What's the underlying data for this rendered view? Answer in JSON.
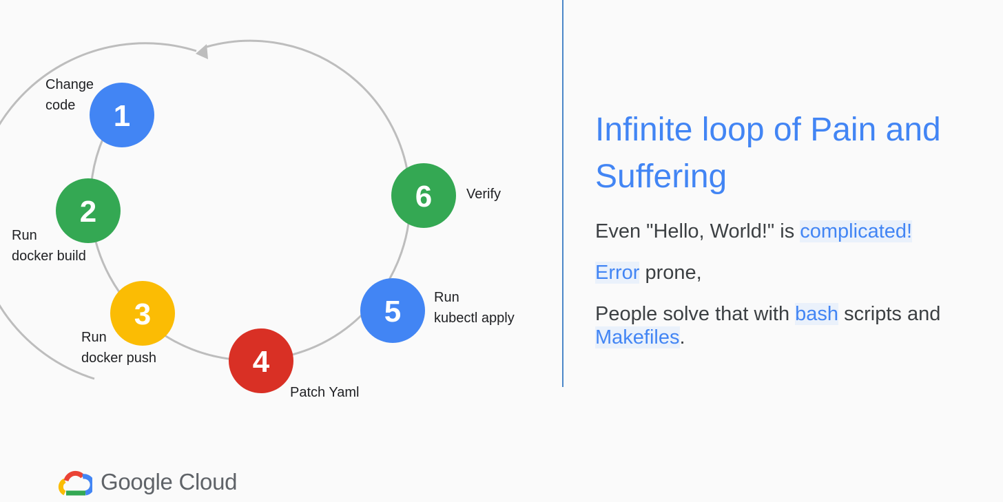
{
  "diagram": {
    "steps": [
      {
        "number": "1",
        "label_lines": [
          "Change",
          "code"
        ],
        "color": "#4285F4"
      },
      {
        "number": "2",
        "label_lines": [
          "Run",
          "docker build"
        ],
        "color": "#34A853"
      },
      {
        "number": "3",
        "label_lines": [
          "Run",
          "docker push"
        ],
        "color": "#FBBC04"
      },
      {
        "number": "4",
        "label_lines": [
          "Patch Yaml"
        ],
        "color": "#D93025"
      },
      {
        "number": "5",
        "label_lines": [
          "Run",
          "kubectl apply"
        ],
        "color": "#4285F4"
      },
      {
        "number": "6",
        "label_lines": [
          "Verify"
        ],
        "color": "#34A853"
      }
    ]
  },
  "panel": {
    "title": "Infinite loop of Pain and Suffering",
    "line1_prefix": "Even \"Hello, World!\" is ",
    "line1_highlight": "complicated!",
    "line2_highlight": "Error",
    "line2_suffix": " prone,",
    "line3_prefix": "People solve that with ",
    "line3_highlight1": "bash",
    "line3_middle": " scripts and ",
    "line3_highlight2": "Makefiles",
    "line3_suffix": "."
  },
  "logo": {
    "text": "Google Cloud",
    "icon": "google-cloud-logo-icon",
    "colors": {
      "red": "#EA4335",
      "blue": "#4285F4",
      "yellow": "#FBBC04",
      "green": "#34A853"
    }
  },
  "accent_color": "#4285F4"
}
